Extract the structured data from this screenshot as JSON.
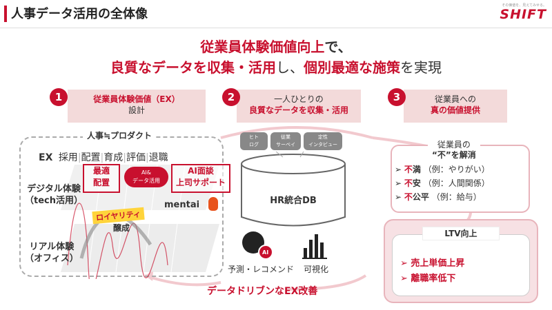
{
  "header": {
    "title": "人事データ活用の全体像",
    "logo_tagline": "その価値を、見えてみせる。",
    "logo": "SHIFT"
  },
  "headline": {
    "line1_red": "従業員体験価値向上",
    "line1_rest": "で、",
    "line2_red1": "良質なデータを収集・活用",
    "line2_mid": "し、",
    "line2_red2": "個別最適な施策",
    "line2_rest": "を実現"
  },
  "steps": [
    {
      "num": "1",
      "line1": "従業員体験価値（EX）",
      "line2": "設計"
    },
    {
      "num": "2",
      "line1": "一人ひとりの",
      "line2": "良質なデータを収集・活用"
    },
    {
      "num": "3",
      "line1": "従業員への",
      "line2": "真の価値提供"
    }
  ],
  "left": {
    "product_title": "人事≒プロダクト",
    "ex_label": "EX",
    "phases": [
      "採用",
      "配置",
      "育成",
      "評価",
      "退職"
    ],
    "digital": "デジタル体験",
    "digital_sub": "（tech活用）",
    "real": "リアル体験",
    "real_sub": "（オフィス）",
    "optimal": [
      "最適",
      "配置"
    ],
    "ai_data": [
      "AI&",
      "データ活用"
    ],
    "ai_interview": [
      "AI面談",
      "上司サポート"
    ],
    "mentai": "mentai",
    "loyalty": "ロイヤリティ",
    "jousei": "醸成"
  },
  "center": {
    "sources": [
      [
        "ヒト",
        "ログ"
      ],
      [
        "従業",
        "サーベイ"
      ],
      [
        "定性",
        "インタビュー"
      ]
    ],
    "db_label": "HR統合DB",
    "predict": "予測・レコメンド",
    "visual": "可視化",
    "ai_badge": "AI",
    "bottom": "データドリブンなEX改善"
  },
  "right": {
    "panel_title_1": "従業員の",
    "panel_title_2": "“不”を解消",
    "items": [
      {
        "red": "不",
        "rest": "満",
        "example": "（例：やりがい）"
      },
      {
        "red": "不",
        "rest": "安",
        "example": "（例：人間関係）"
      },
      {
        "red": "不",
        "rest": "公平",
        "example": "（例：給与）"
      }
    ],
    "ltv_title": "LTV向上",
    "ltv_items": [
      "売上単価上昇",
      "離職率低下"
    ]
  },
  "colors": {
    "accent": "#c8102e",
    "pink": "#f3dada",
    "panel_border": "#e8b4bb"
  }
}
